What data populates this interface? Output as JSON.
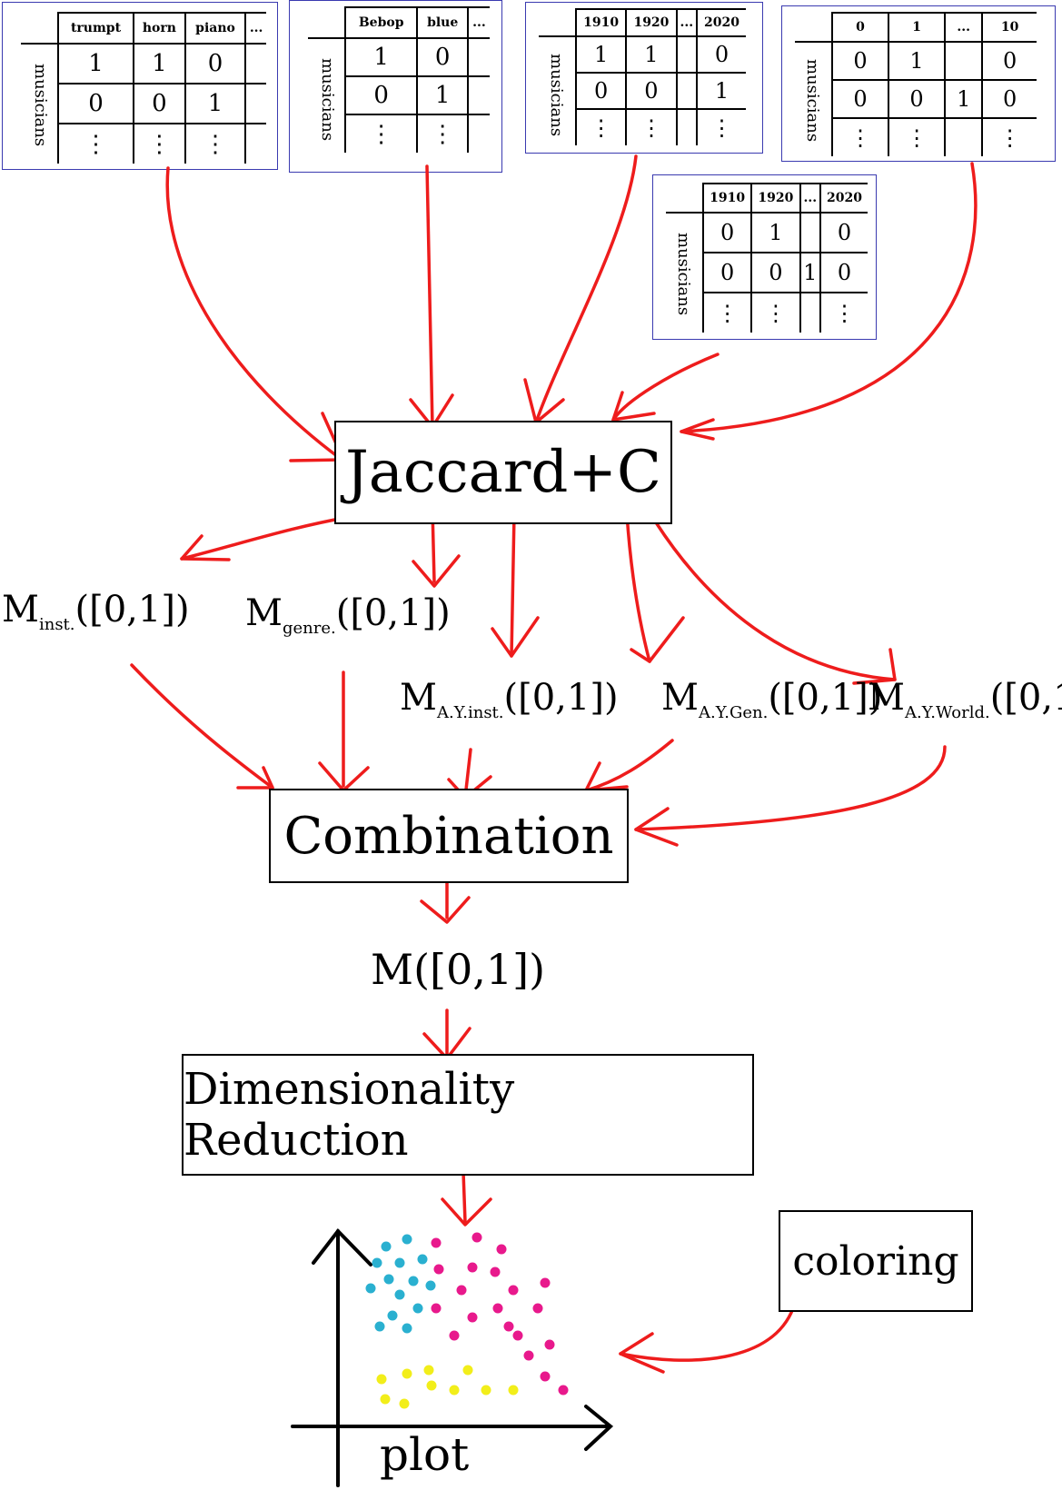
{
  "tables": [
    {
      "side_label": "musicians",
      "columns": [
        "trumpt",
        "horn",
        "piano",
        "..."
      ],
      "rows": [
        [
          "1",
          "1",
          "0",
          ""
        ],
        [
          "0",
          "0",
          "1",
          ""
        ],
        [
          "⋮",
          "⋮",
          "⋮",
          ""
        ]
      ]
    },
    {
      "side_label": "musicians",
      "columns": [
        "Bebop",
        "blue",
        "..."
      ],
      "rows": [
        [
          "1",
          "0",
          ""
        ],
        [
          "0",
          "1",
          ""
        ],
        [
          "⋮",
          "⋮",
          ""
        ]
      ]
    },
    {
      "side_label": "musicians",
      "columns": [
        "1910",
        "1920",
        "...",
        "2020"
      ],
      "rows": [
        [
          "1",
          "1",
          "",
          "0"
        ],
        [
          "0",
          "0",
          "",
          "1"
        ],
        [
          "⋮",
          "⋮",
          "",
          "⋮"
        ]
      ]
    },
    {
      "side_label": "musicians",
      "columns": [
        "0",
        "1",
        "...",
        "10"
      ],
      "rows": [
        [
          "0",
          "1",
          "",
          "0"
        ],
        [
          "0",
          "0",
          "1",
          "0"
        ],
        [
          "⋮",
          "⋮",
          "",
          "⋮"
        ]
      ]
    },
    {
      "side_label": "musicians",
      "columns": [
        "1910",
        "1920",
        "...",
        "2020"
      ],
      "rows": [
        [
          "0",
          "1",
          "",
          "0"
        ],
        [
          "0",
          "0",
          "1",
          "0"
        ],
        [
          "⋮",
          "⋮",
          "",
          "⋮"
        ]
      ]
    }
  ],
  "boxes": {
    "jaccard": "Jaccard+C",
    "combination": "Combination",
    "reduction": "Dimensionality Reduction",
    "coloring": "coloring"
  },
  "matrices": {
    "m_main": "M",
    "inst_sub": "inst.",
    "genre_sub": "genre.",
    "ay1_sub": "A.Y.inst.",
    "ay2_sub": "A.Y.Gen.",
    "ay3_sub": "A.Y.World.",
    "range": "([0,1])",
    "output": "M([0,1])"
  },
  "plot": {
    "label": "plot",
    "clusters": [
      {
        "name": "cyan",
        "color": "#2ab0d0"
      },
      {
        "name": "magenta",
        "color": "#e8198c"
      },
      {
        "name": "yellow",
        "color": "#f2ee1a"
      }
    ]
  },
  "arrow_color": "#ee1c1c"
}
